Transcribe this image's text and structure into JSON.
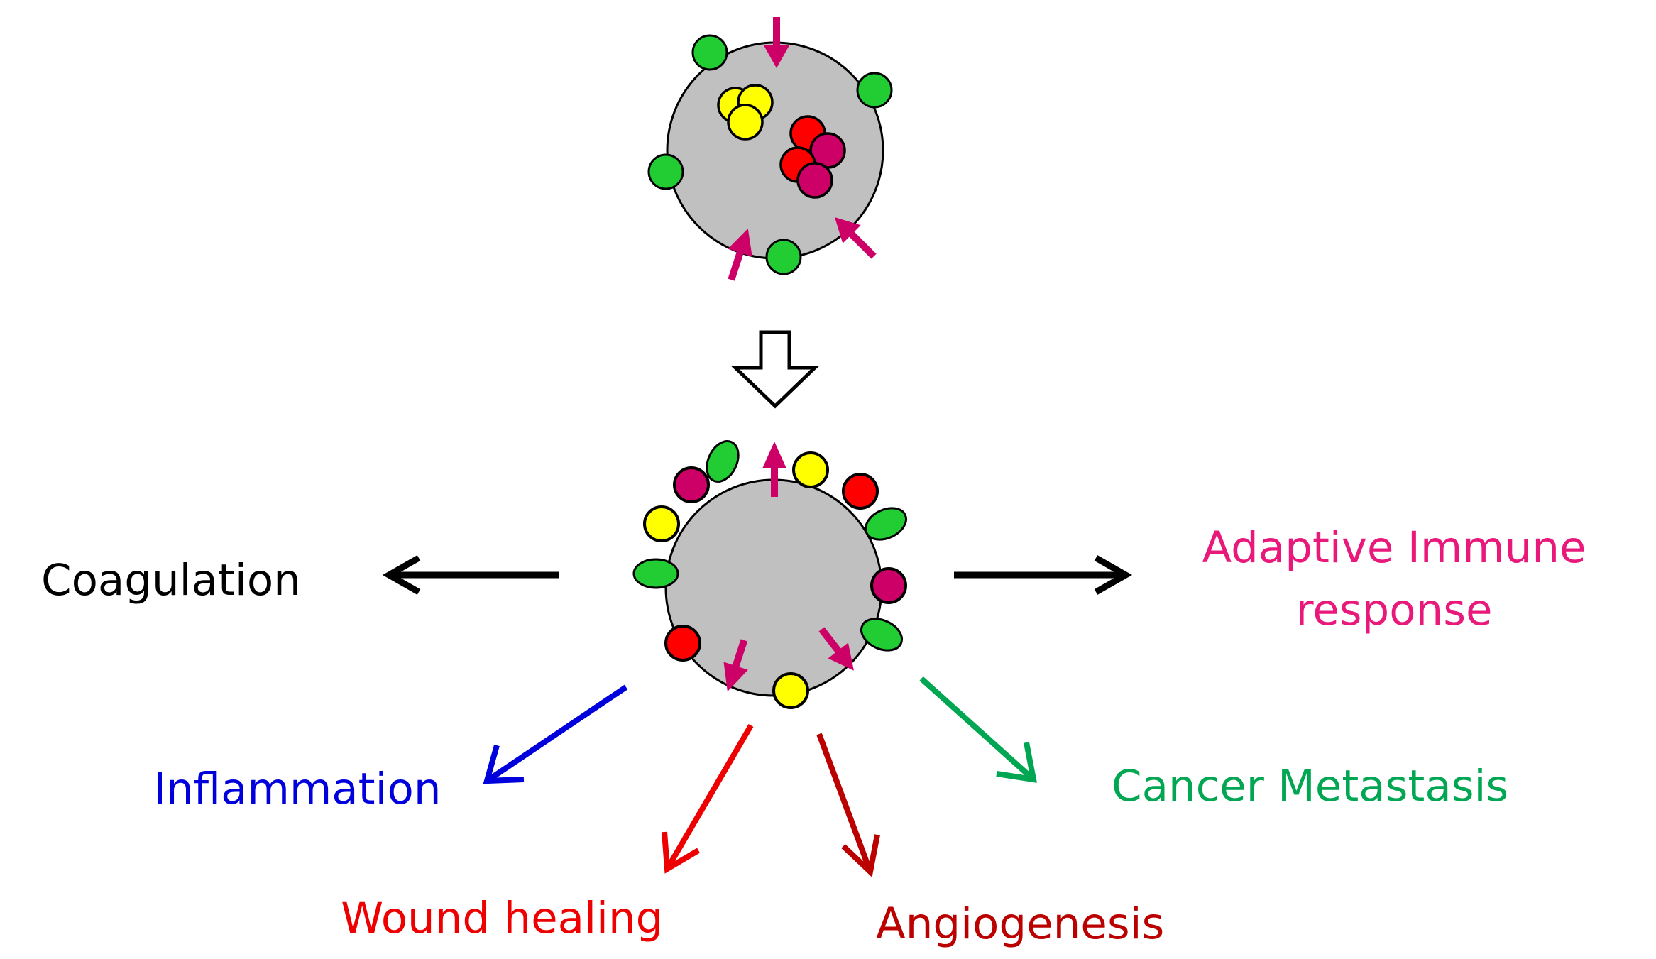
{
  "labels": {
    "coagulation": "Coagulation",
    "adaptive_line1": "Adaptive Immune",
    "adaptive_line2": "response",
    "inflammation": "Inflammation",
    "cancer_metastasis": "Cancer Metastasis",
    "wound_healing": "Wound healing",
    "angiogenesis": "Angiogenesis"
  },
  "colors": {
    "cell_fill": "#c0c0c0",
    "green_marker": "#22cc33",
    "yellow_granule": "#ffff00",
    "red_granule": "#ff0000",
    "crimson_granule": "#cc0066",
    "pink_arrow": "#cc0066",
    "coagulation": "#000000",
    "adaptive_immune": "#e8197a",
    "inflammation": "#0000dd",
    "cancer_metastasis": "#00a651",
    "wound_healing": "#ee0000",
    "angiogenesis": "#bb0000"
  }
}
